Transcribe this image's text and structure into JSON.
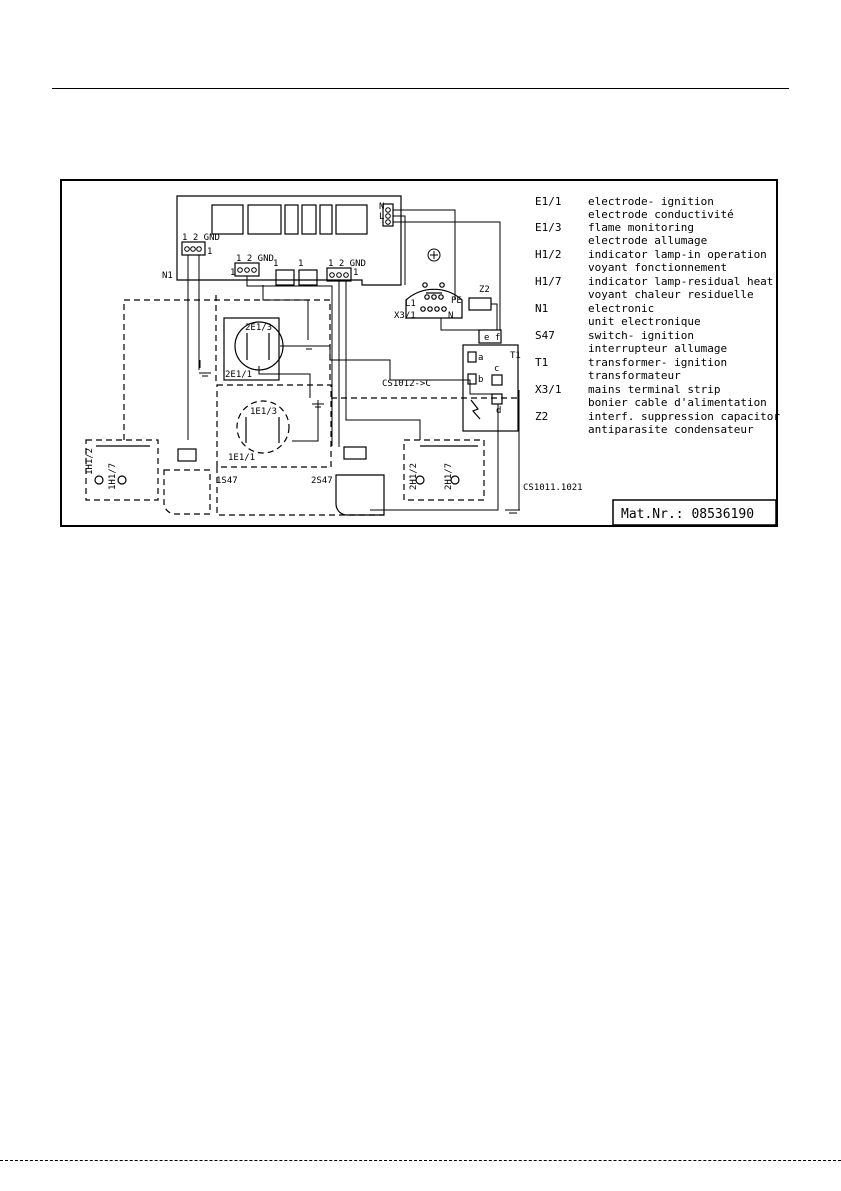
{
  "legend": [
    {
      "code": "E1/1",
      "en": "electrode- ignition",
      "fr": "electrode conductivité"
    },
    {
      "code": "E1/3",
      "en": "flame monitoring",
      "fr": "electrode allumage"
    },
    {
      "code": "H1/2",
      "en": "indicator lamp-in operation",
      "fr": "voyant fonctionnement"
    },
    {
      "code": "H1/7",
      "en": "indicator lamp-residual heat",
      "fr": "voyant chaleur residuelle"
    },
    {
      "code": "N1",
      "en": "electronic",
      "fr": "unit electronique"
    },
    {
      "code": "S47",
      "en": "switch- ignition",
      "fr": "interrupteur allumage"
    },
    {
      "code": "T1",
      "en": "transformer- ignition",
      "fr": "transformateur"
    },
    {
      "code": "X3/1",
      "en": "mains terminal strip",
      "fr": "bonier cable d'alimentation"
    },
    {
      "code": "Z2",
      "en": "interf. suppression capacitor",
      "fr": "antiparasite condensateur"
    }
  ],
  "mat_nr": "Mat.Nr.: 08536190",
  "labels": {
    "n1": "N1",
    "gnd_left": "1 2 GND",
    "gnd_mid": "1 2 GND",
    "gnd_right": "1 2 GND",
    "one_a": "1",
    "one_b": "1",
    "one_c": "1",
    "one_d": "1",
    "one_e": "1",
    "n_term": "N",
    "l_term": "L",
    "x31": "X3/1",
    "l1": "L1",
    "n_x": "N",
    "pe": "PE",
    "z2": "Z2",
    "t1": "T1",
    "term_a": "a",
    "term_b": "b",
    "term_c": "c",
    "term_d": "d",
    "term_e": "e",
    "term_f": "f",
    "cs1012": "CS1012->C",
    "cs1011": "CS1011.1021",
    "e2_3": "2E1/3",
    "e2_1": "2E1/1",
    "e1_3": "1E1/3",
    "e1_1": "1E1/1",
    "h1h72": "1H1/2",
    "h1h17": "1H1/7",
    "h2h12": "2H1/2",
    "h2h17": "2H1/7",
    "s1": "1S47",
    "s2": "2S47"
  }
}
